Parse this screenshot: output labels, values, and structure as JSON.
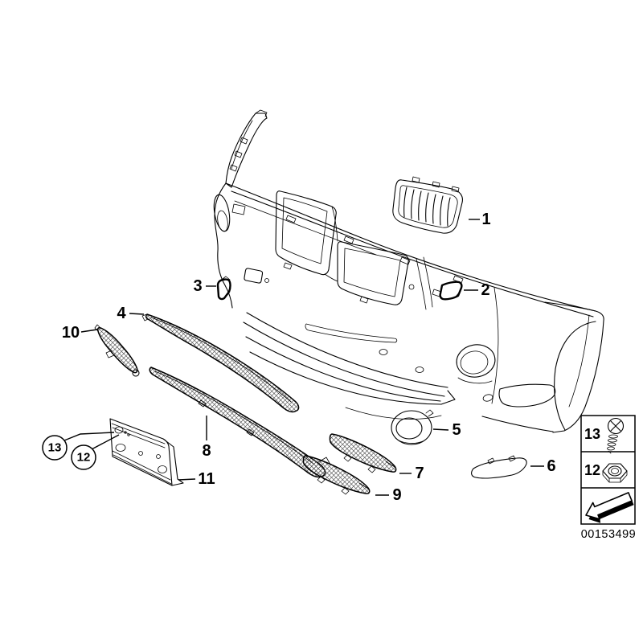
{
  "diagram": {
    "background_color": "#ffffff",
    "line_color": "#000000",
    "image_number": "00153499",
    "callouts": [
      {
        "label": "1"
      },
      {
        "label": "2"
      },
      {
        "label": "3"
      },
      {
        "label": "4"
      },
      {
        "label": "5"
      },
      {
        "label": "6"
      },
      {
        "label": "7"
      },
      {
        "label": "8"
      },
      {
        "label": "9"
      },
      {
        "label": "10"
      },
      {
        "label": "11"
      }
    ],
    "circled_callouts": [
      {
        "label": "13"
      },
      {
        "label": "12"
      }
    ],
    "legend": {
      "rows": [
        {
          "label": "13",
          "icon": "screw-icon"
        },
        {
          "label": "12",
          "icon": "hex-nut-icon"
        },
        {
          "label": "",
          "icon": "direction-arrow-icon"
        }
      ]
    }
  }
}
